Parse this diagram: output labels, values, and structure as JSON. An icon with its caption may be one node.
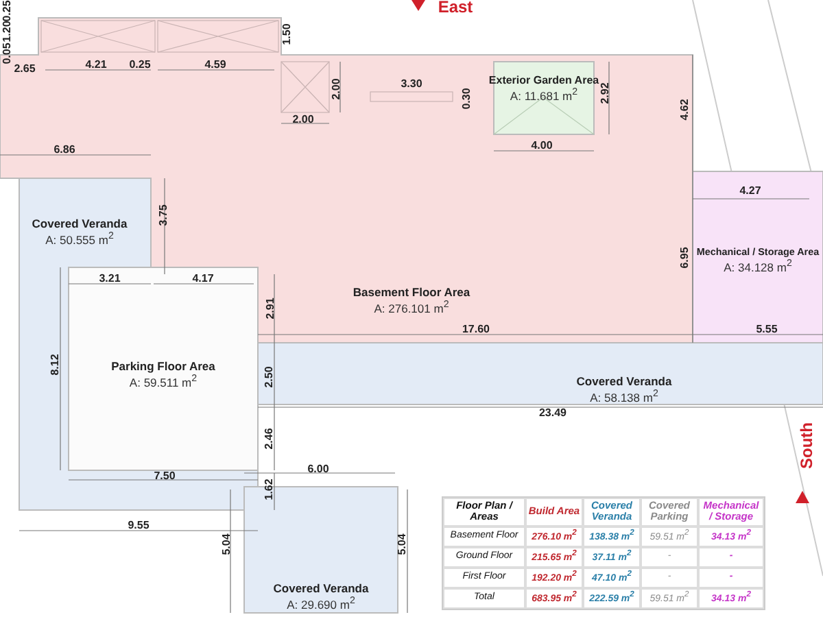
{
  "diagram": {
    "nodes": [
      {
        "text": [
          "Basement Floor Area",
          "A: 276.101 m$^{2}$"
        ]
      },
      {
        "text": [
          "Exterior Garden Area",
          "A: 11.681 m$^{2}$"
        ],
        "in": 0
      },
      {
        "text": [
          "Covered Veranda",
          "A: 50.555 m$^{2}$"
        ]
      },
      {
        "text": [
          "Parking Floor Area",
          "A: 59.511 m$^{2}$"
        ],
        "in": 2
      },
      {
        "text": [
          "Mechanical / Storage Area",
          "A: 34.128 m$^{2}$"
        ]
      },
      {
        "text": [
          "Covered Veranda",
          "A: 58.138 m$^{2}$"
        ]
      },
      {
        "text": [
          "Covered Veranda",
          "A: 29.690 m$^{2}$"
        ]
      }
    ],
    "edges": [],
    "labels": [
      "East",
      "0.25",
      "1.20",
      "0.05",
      "2.65",
      "4.21",
      "0.25",
      "4.59",
      "1.50",
      "2.00",
      "2.00",
      "3.30",
      "0.30",
      "2.92",
      "4.00",
      "4.62",
      "6.86",
      "4.27",
      "3.75",
      "6.95",
      "3.21",
      "4.17",
      "2.91",
      "17.60",
      "5.55",
      "8.12",
      "2.50",
      "23.49",
      "2.46",
      "6.00",
      "7.50",
      "1.62",
      "9.55",
      "5.04",
      "5.04",
      "South",
      "Floor Plan / Areas",
      "Build Area",
      "Covered Veranda",
      "Covered Parking",
      "Mechanical / Storage",
      "Basement Floor",
      "276.10 m$^{2}$",
      "138.38 m$^{2}$",
      "59.51 m$^{2}$",
      "34.13 m$^{2}$",
      "Ground Floor",
      "215.65 m$^{2}$",
      "37.11 m$^{2}$",
      "-",
      "-",
      "First Floor",
      "192.20 m$^{2}$",
      "47.10 m$^{2}$",
      "-",
      "-",
      "Total",
      "683.95 m$^{2}$",
      "222.59 m$^{2}$",
      "59.51 m$^{2}$",
      "34.13 m$^{2}$"
    ]
  }
}
